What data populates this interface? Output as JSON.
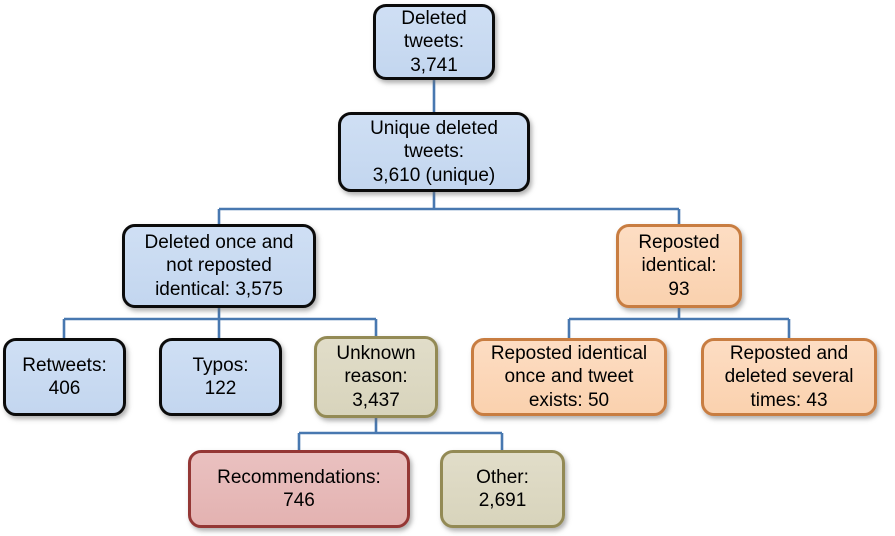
{
  "colors": {
    "connector": "#4878b0",
    "blue_fill": "#c7d9f0",
    "blue_border": "#000000",
    "orange_fill": "#fbd5b5",
    "orange_border": "#c87d41",
    "olive_fill": "#dcd8c2",
    "olive_border": "#938a55",
    "red_fill": "#e6b9b8",
    "red_border": "#943735"
  },
  "nodes": [
    {
      "id": "deleted-tweets",
      "label": "Deleted\ntweets:\n3,741",
      "value": "3,741",
      "color": "blue"
    },
    {
      "id": "unique-deleted-tweets",
      "label": "Unique deleted\ntweets:\n3,610 (unique)",
      "value": "3,610",
      "color": "blue"
    },
    {
      "id": "deleted-once-not-reposted",
      "label": "Deleted once and\nnot reposted\nidentical: 3,575",
      "value": "3,575",
      "color": "blue"
    },
    {
      "id": "reposted-identical",
      "label": "Reposted\nidentical:\n93",
      "value": "93",
      "color": "orange"
    },
    {
      "id": "retweets",
      "label": "Retweets:\n406",
      "value": "406",
      "color": "blue"
    },
    {
      "id": "typos",
      "label": "Typos:\n122",
      "value": "122",
      "color": "blue"
    },
    {
      "id": "unknown-reason",
      "label": "Unknown\nreason:\n3,437",
      "value": "3,437",
      "color": "olive"
    },
    {
      "id": "reposted-identical-once",
      "label": "Reposted identical\nonce and tweet\nexists: 50",
      "value": "50",
      "color": "orange"
    },
    {
      "id": "reposted-deleted-several",
      "label": "Reposted and\ndeleted several\ntimes: 43",
      "value": "43",
      "color": "orange"
    },
    {
      "id": "recommendations",
      "label": "Recommendations:\n746",
      "value": "746",
      "color": "red"
    },
    {
      "id": "other",
      "label": "Other:\n2,691",
      "value": "2,691",
      "color": "olive"
    }
  ],
  "edges": [
    {
      "from": "deleted-tweets",
      "to": "unique-deleted-tweets"
    },
    {
      "from": "unique-deleted-tweets",
      "to": "deleted-once-not-reposted"
    },
    {
      "from": "unique-deleted-tweets",
      "to": "reposted-identical"
    },
    {
      "from": "deleted-once-not-reposted",
      "to": "retweets"
    },
    {
      "from": "deleted-once-not-reposted",
      "to": "typos"
    },
    {
      "from": "deleted-once-not-reposted",
      "to": "unknown-reason"
    },
    {
      "from": "reposted-identical",
      "to": "reposted-identical-once"
    },
    {
      "from": "reposted-identical",
      "to": "reposted-deleted-several"
    },
    {
      "from": "unknown-reason",
      "to": "recommendations"
    },
    {
      "from": "unknown-reason",
      "to": "other"
    }
  ]
}
